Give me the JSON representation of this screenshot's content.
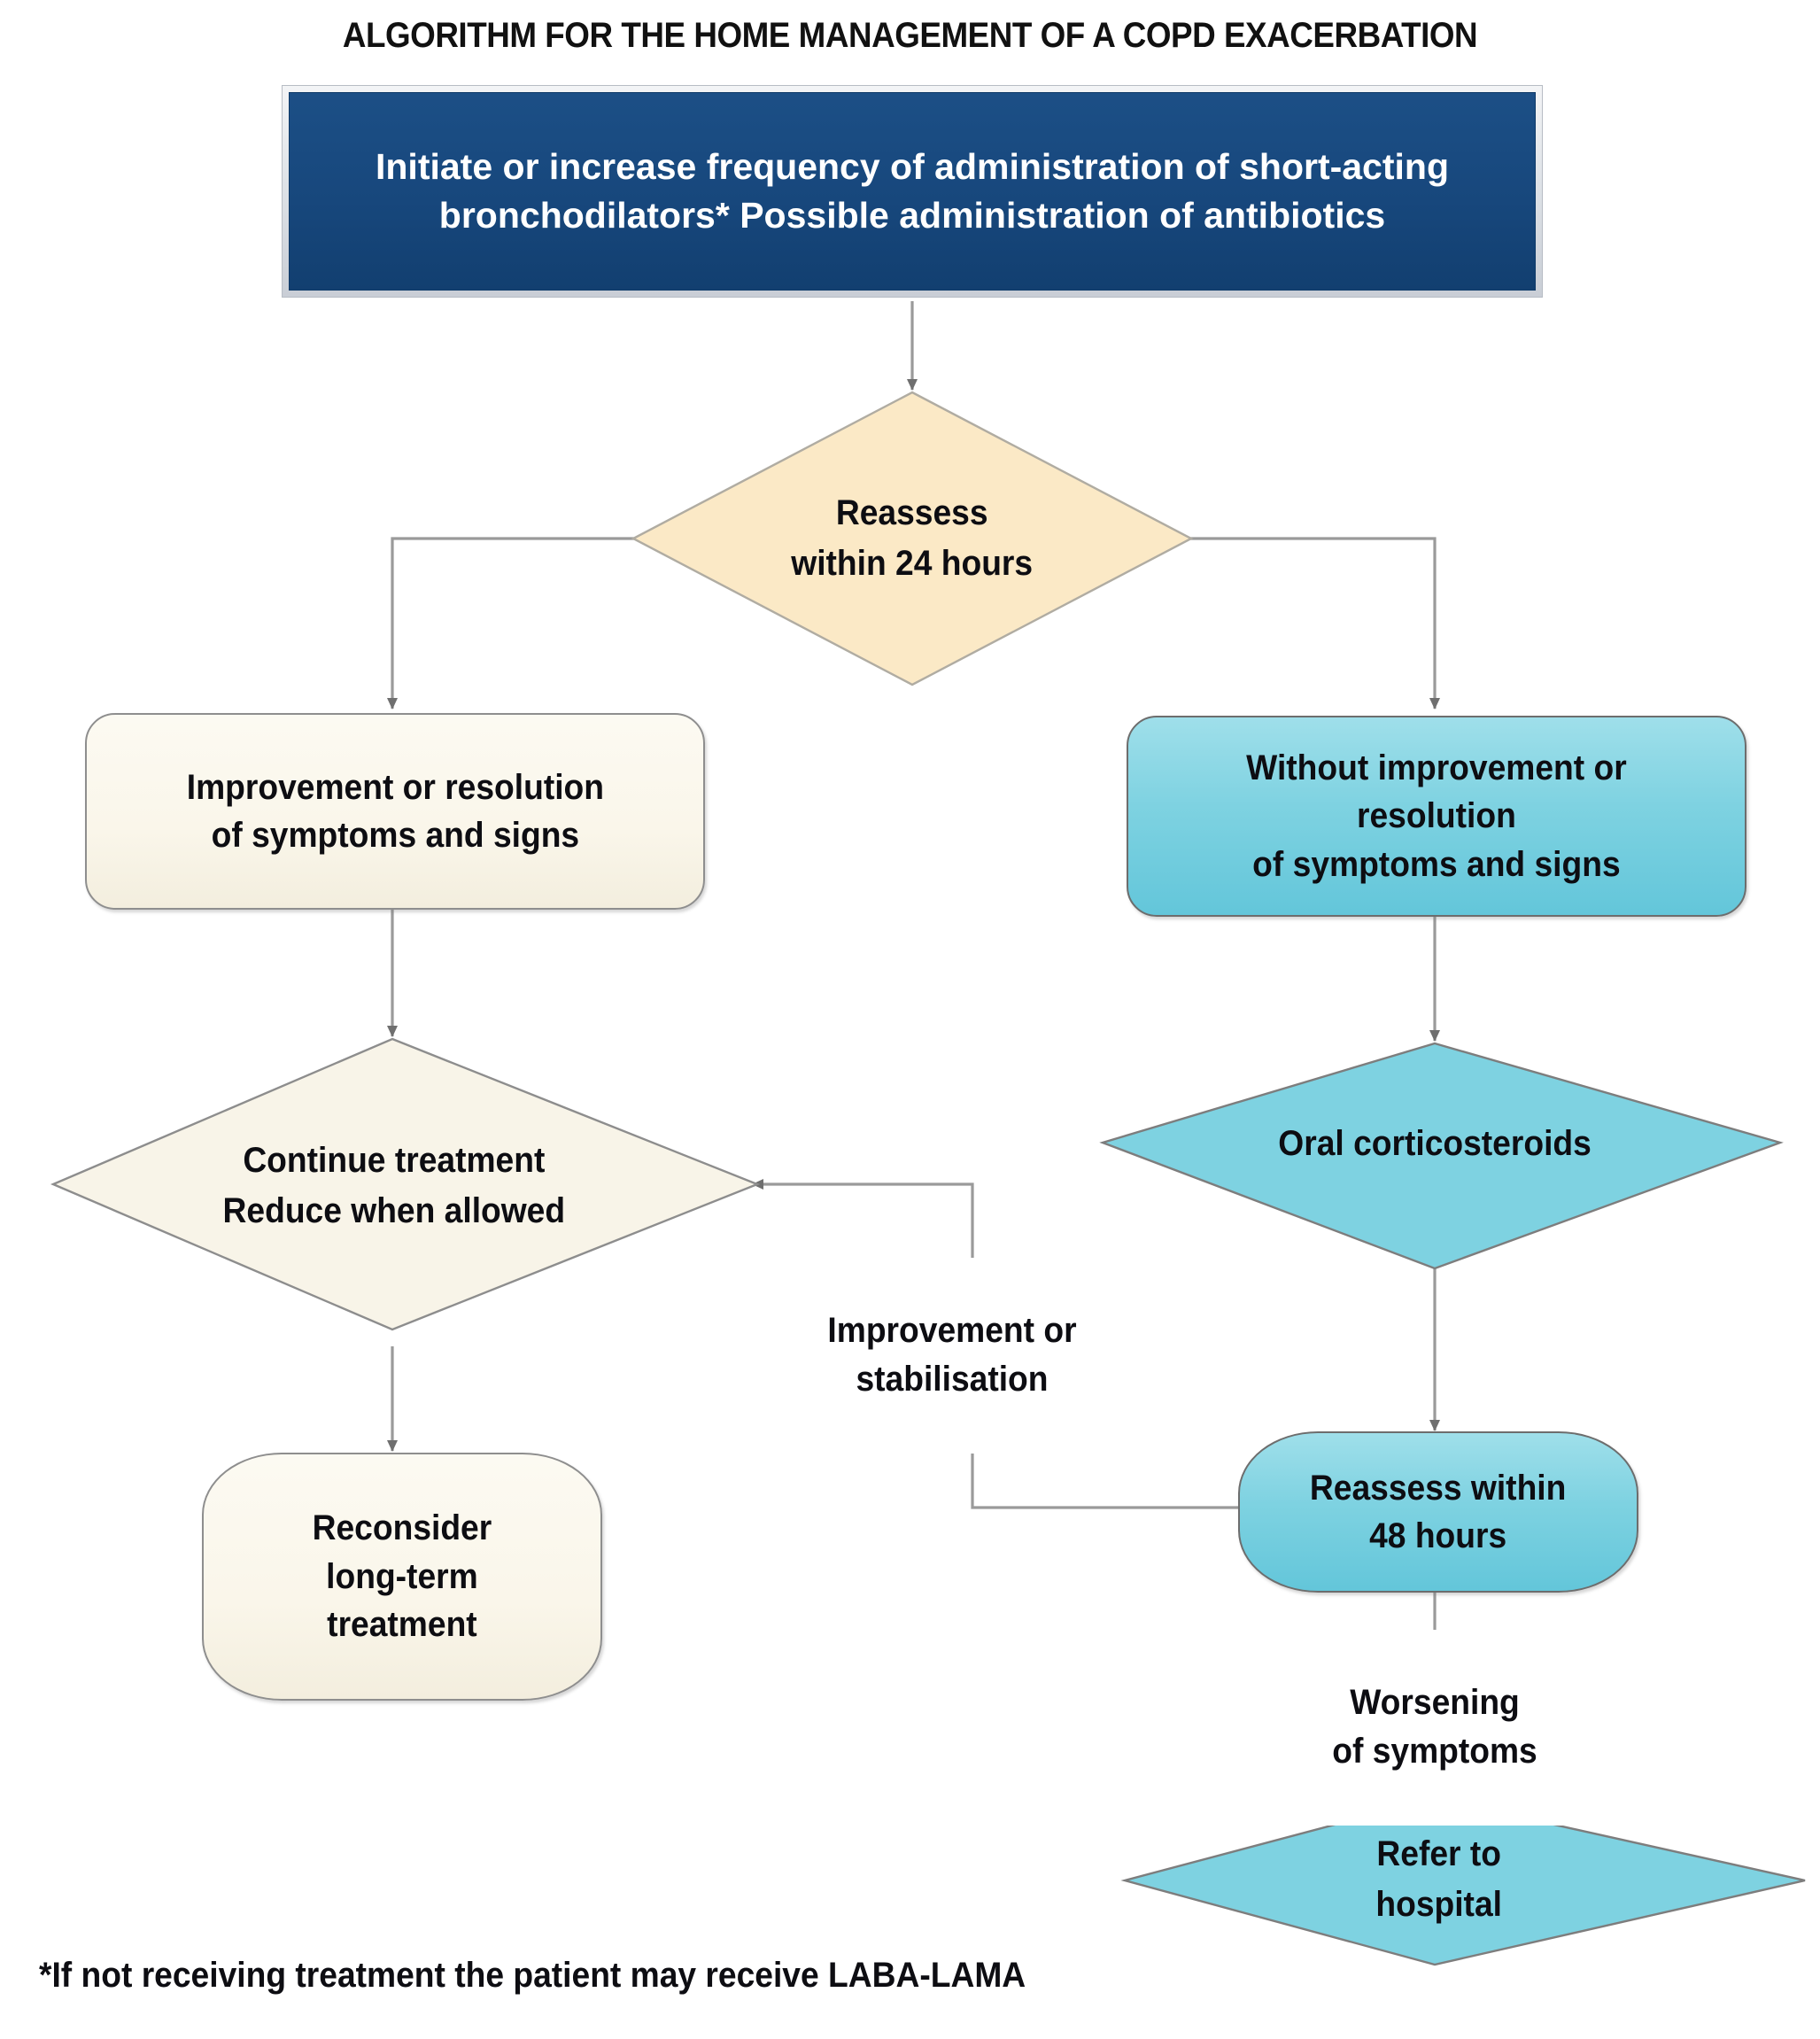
{
  "title": "ALGORITHM FOR THE HOME MANAGEMENT OF A COPD EXACERBATION",
  "footnote": "*If not receiving treatment the patient may receive LABA-LAMA",
  "colors": {
    "dark_blue_fill": "#17477c",
    "dark_blue_text": "#ffffff",
    "cream_diamond_fill": "#fae8c4",
    "light_cream_fill": "#faf6ea",
    "turquoise_fill": "#7ed2e1",
    "connector_gray": "#8c8c8c",
    "node_text": "#0d0d12",
    "background": "#ffffff"
  },
  "nodes": {
    "start": {
      "id": "start",
      "shape": "rectangle",
      "label": "Initiate or increase frequency of administration of\nshort-acting bronchodilators*\nPossible administration of antibiotics",
      "fill": "#17477c"
    },
    "reassess24": {
      "id": "reassess-24h",
      "shape": "diamond",
      "label": "Reassess\nwithin 24 hours",
      "fill": "#fae8c4"
    },
    "improvement": {
      "id": "improvement-resolution",
      "shape": "rounded-rectangle",
      "label": "Improvement or resolution\nof symptoms and signs",
      "fill": "#faf6ea"
    },
    "no_improvement": {
      "id": "without-improvement",
      "shape": "rounded-rectangle",
      "label": "Without improvement or\nresolution\nof symptoms and signs",
      "fill": "#7ed2e1"
    },
    "continue_treatment": {
      "id": "continue-treatment",
      "shape": "diamond",
      "label": "Continue treatment\nReduce when allowed",
      "fill": "#faf6ea"
    },
    "oral_corticosteroids": {
      "id": "oral-corticosteroids",
      "shape": "diamond",
      "label": "Oral corticosteroids",
      "fill": "#7ed2e1"
    },
    "reconsider": {
      "id": "reconsider-long-term-treatment",
      "shape": "stadium",
      "label": "Reconsider\nlong-term\ntreatment",
      "fill": "#faf6ea"
    },
    "reassess48": {
      "id": "reassess-48h",
      "shape": "stadium",
      "label": "Reassess within\n48 hours",
      "fill": "#7ed2e1"
    },
    "refer": {
      "id": "refer-to-hospital",
      "shape": "diamond",
      "label": "Refer to\nhospital",
      "fill": "#7ed2e1"
    }
  },
  "edge_labels": {
    "improvement_stabilisation": "Improvement or\nstabilisation",
    "worsening": "Worsening\nof symptoms"
  },
  "edges": [
    {
      "from": "start",
      "to": "reassess24",
      "label": ""
    },
    {
      "from": "reassess24",
      "to": "improvement",
      "label": ""
    },
    {
      "from": "reassess24",
      "to": "no_improvement",
      "label": ""
    },
    {
      "from": "improvement",
      "to": "continue_treatment",
      "label": ""
    },
    {
      "from": "no_improvement",
      "to": "oral_corticosteroids",
      "label": ""
    },
    {
      "from": "continue_treatment",
      "to": "reconsider",
      "label": ""
    },
    {
      "from": "oral_corticosteroids",
      "to": "reassess48",
      "label": ""
    },
    {
      "from": "reassess48",
      "to": "continue_treatment",
      "label": "Improvement or stabilisation"
    },
    {
      "from": "reassess48",
      "to": "refer",
      "label": "Worsening of symptoms"
    }
  ]
}
